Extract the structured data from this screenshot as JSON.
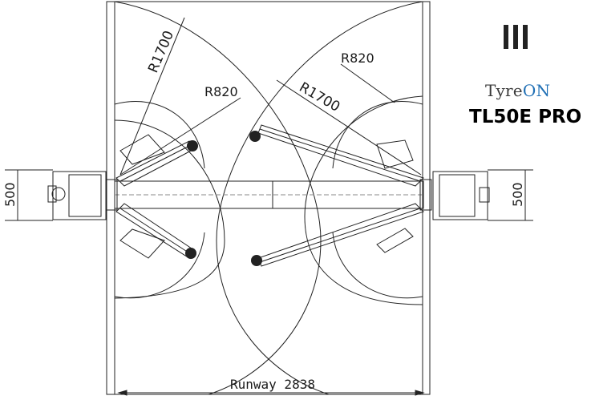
{
  "brand": {
    "name_part1": "Tyre",
    "name_part2": "ON",
    "model": "TL50E PRO",
    "logo_icon": "three-bars-logo-icon",
    "accent_color": "#1f6fb5"
  },
  "dimensions": {
    "radius_large_left": "R1700",
    "radius_small_left": "R820",
    "radius_large_right": "R1700",
    "radius_small_right": "R820",
    "post_width_left": "500",
    "post_width_right": "500",
    "runway": "Runway 2838"
  }
}
